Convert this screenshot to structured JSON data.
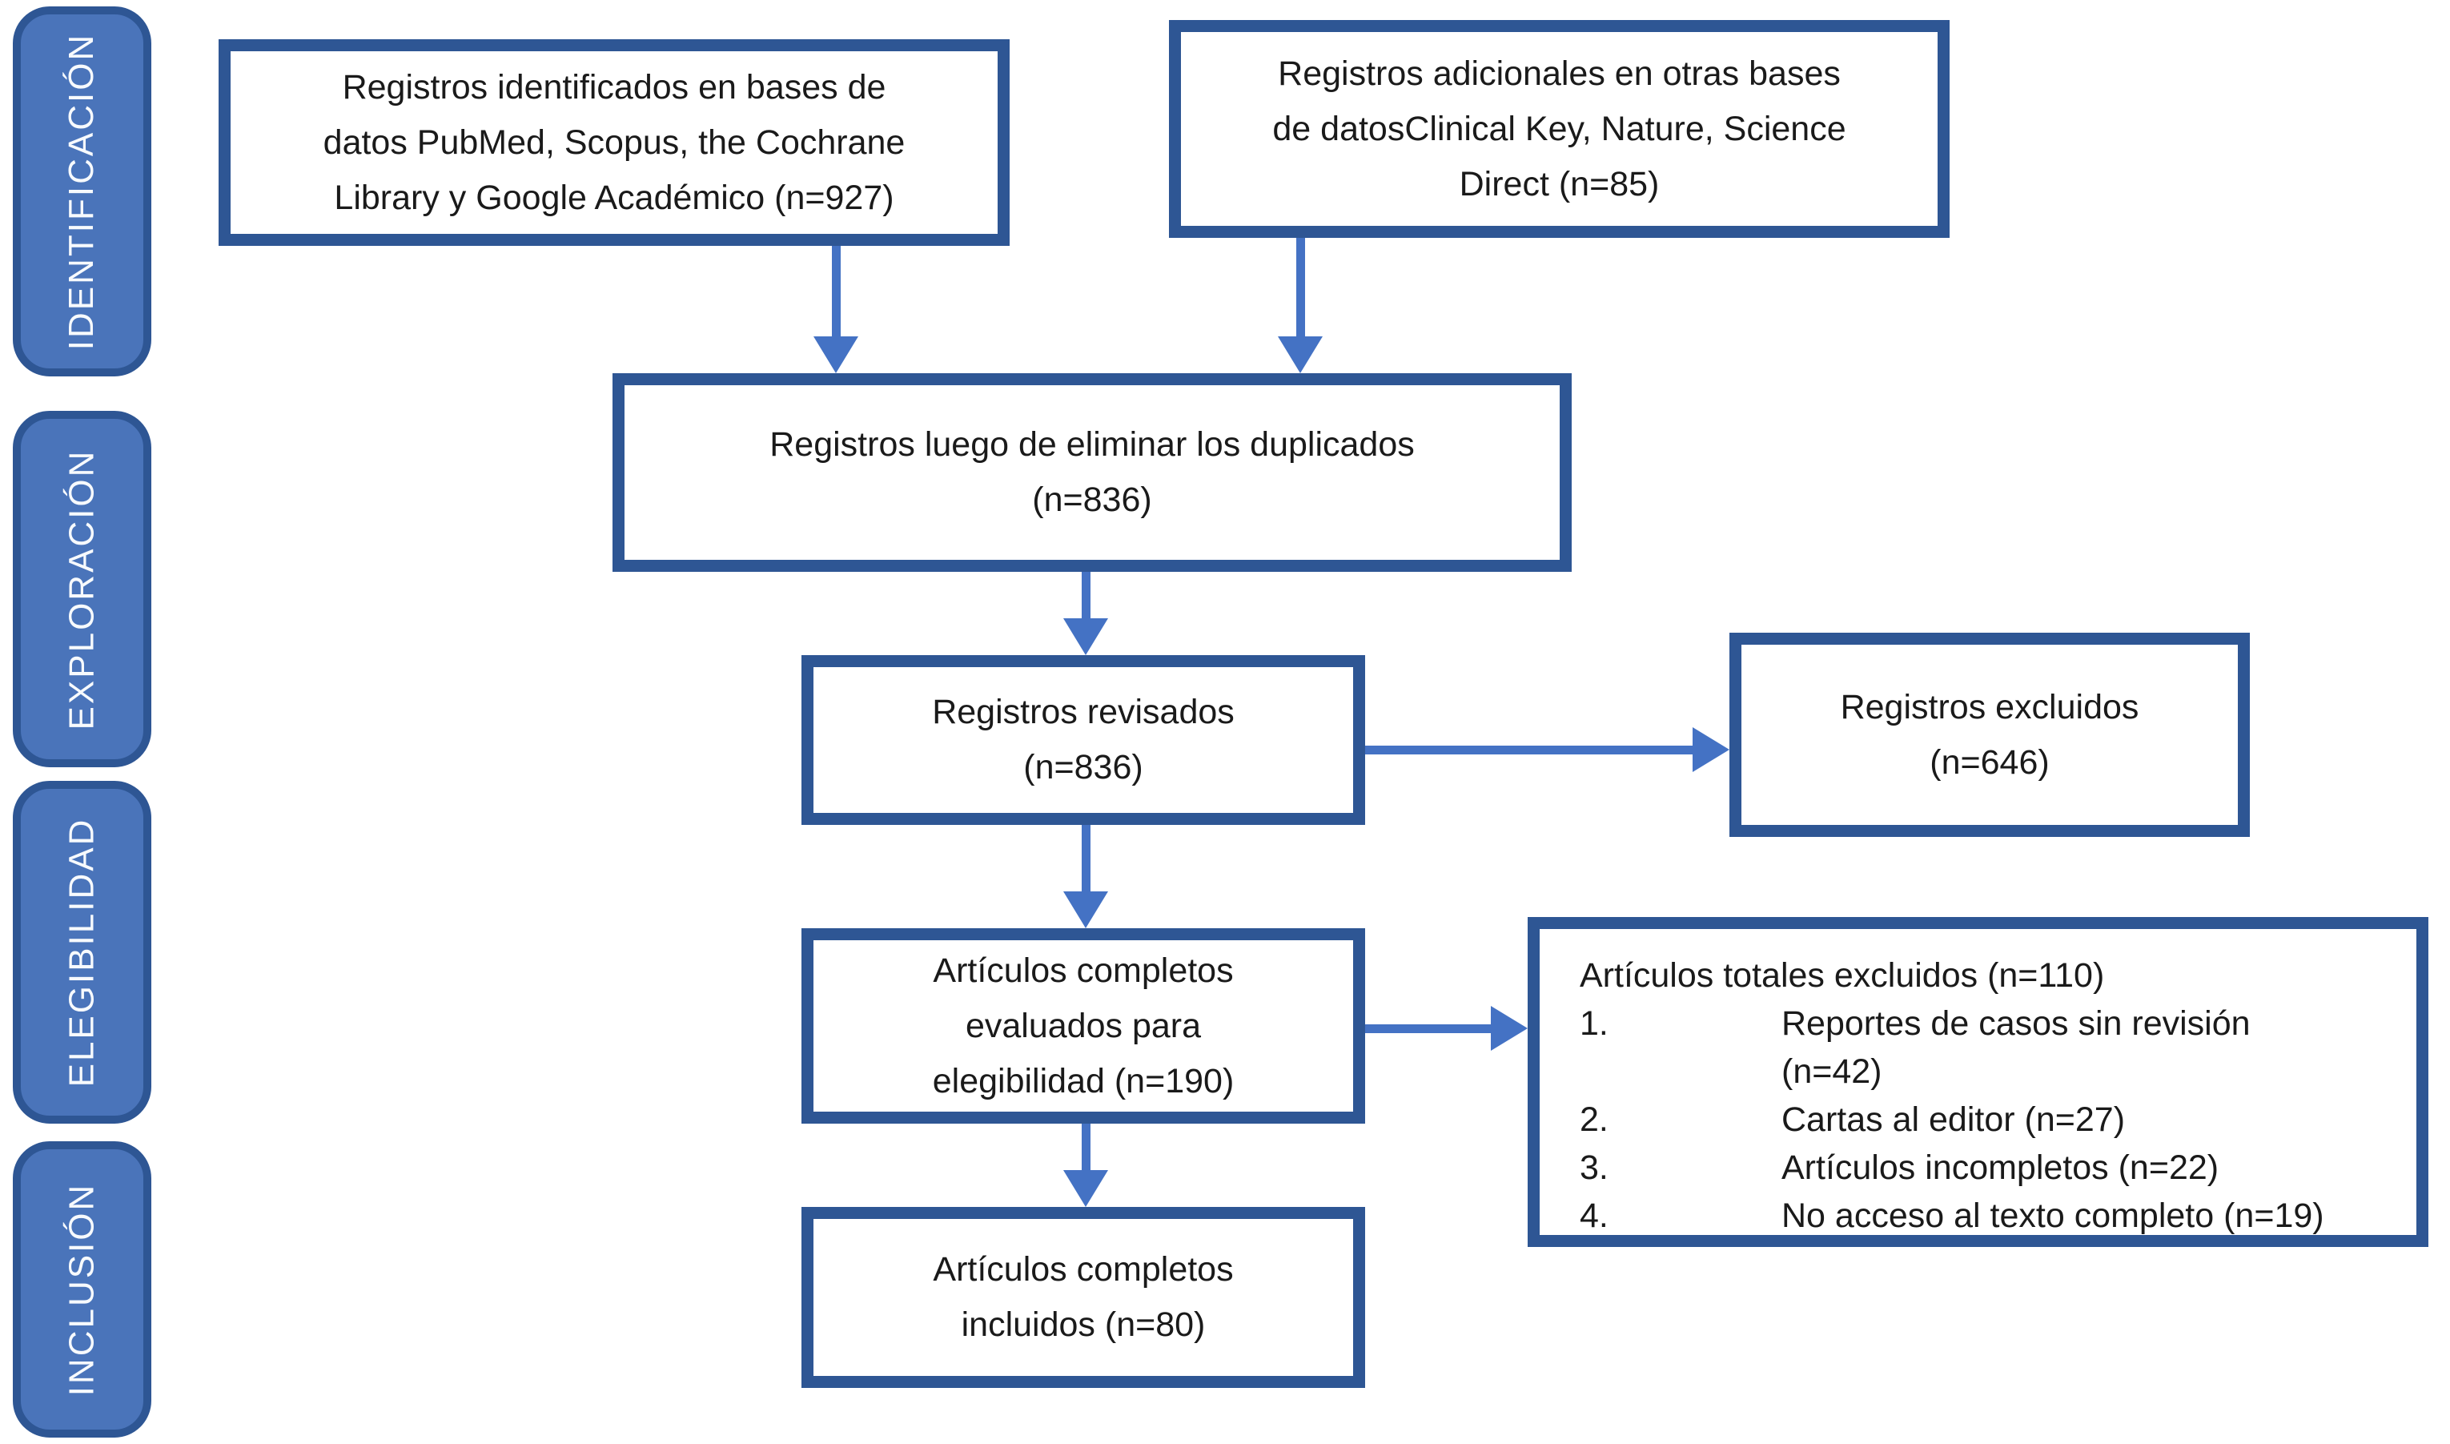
{
  "diagram": {
    "colors": {
      "box_border": "#2e5694",
      "arrow": "#4472c4",
      "stage_fill": "#4a74ba",
      "stage_border": "#2e5694",
      "stage_text": "#f7fafd",
      "text": "#1a1a1a",
      "background": "#ffffff"
    },
    "stages": [
      {
        "label": "IDENTIFICACIÓN"
      },
      {
        "label": "EXPLORACIÓN"
      },
      {
        "label": "ELEGIBILIDAD"
      },
      {
        "label": "INCLUSIÓN"
      }
    ],
    "boxes": {
      "identified": {
        "lines": [
          "Registros identificados en bases de",
          "datos PubMed, Scopus, the Cochrane",
          "Library y Google Académico (n=927)"
        ]
      },
      "additional": {
        "lines": [
          "Registros adicionales en otras bases",
          "de datosClinical Key, Nature, Science",
          "Direct (n=85)"
        ]
      },
      "deduplicated": {
        "lines": [
          "Registros luego de eliminar los duplicados",
          "(n=836)"
        ]
      },
      "screened": {
        "lines": [
          "Registros revisados",
          "(n=836)"
        ]
      },
      "excluded": {
        "lines": [
          "Registros excluidos",
          "(n=646)"
        ]
      },
      "fulltext_assessed": {
        "lines": [
          "Artículos completos",
          "evaluados para",
          "elegibilidad (n=190)"
        ]
      },
      "included": {
        "lines": [
          "Artículos completos",
          "incluidos (n=80)"
        ]
      }
    },
    "exclusion_detail": {
      "title": "Artículos totales excluidos (n=110)",
      "items": [
        {
          "num": "1.",
          "line1": "Reportes de casos sin revisión",
          "line2": "(n=42)"
        },
        {
          "num": "2.",
          "line1": "Cartas al editor (n=27)",
          "line2": ""
        },
        {
          "num": "3.",
          "line1": "Artículos incompletos (n=22)",
          "line2": ""
        },
        {
          "num": "4.",
          "line1": "No acceso al texto completo (n=19)",
          "line2": ""
        }
      ]
    }
  }
}
